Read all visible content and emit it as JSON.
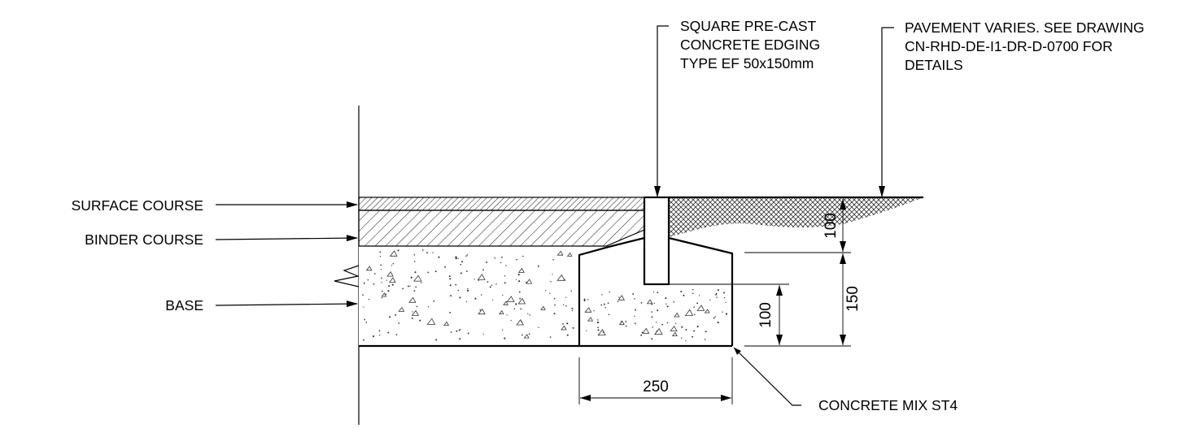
{
  "labels": {
    "surface_course": "SURFACE COURSE",
    "binder_course": "BINDER COURSE",
    "base": "BASE",
    "edging": [
      "SQUARE PRE-CAST",
      "CONCRETE EDGING",
      "TYPE EF 50x150mm"
    ],
    "pavement": [
      "PAVEMENT VARIES. SEE DRAWING",
      "CN-RHD-DE-I1-DR-D-0700 FOR",
      "DETAILS"
    ],
    "concrete_mix": "CONCRETE MIX ST4"
  },
  "dimensions": {
    "pavement_depth": "100",
    "foundation_height": "150",
    "haunch_height": "100",
    "foundation_width": "250"
  },
  "colors": {
    "line": "#000000",
    "background": "#ffffff",
    "aggregate": "#333333"
  }
}
